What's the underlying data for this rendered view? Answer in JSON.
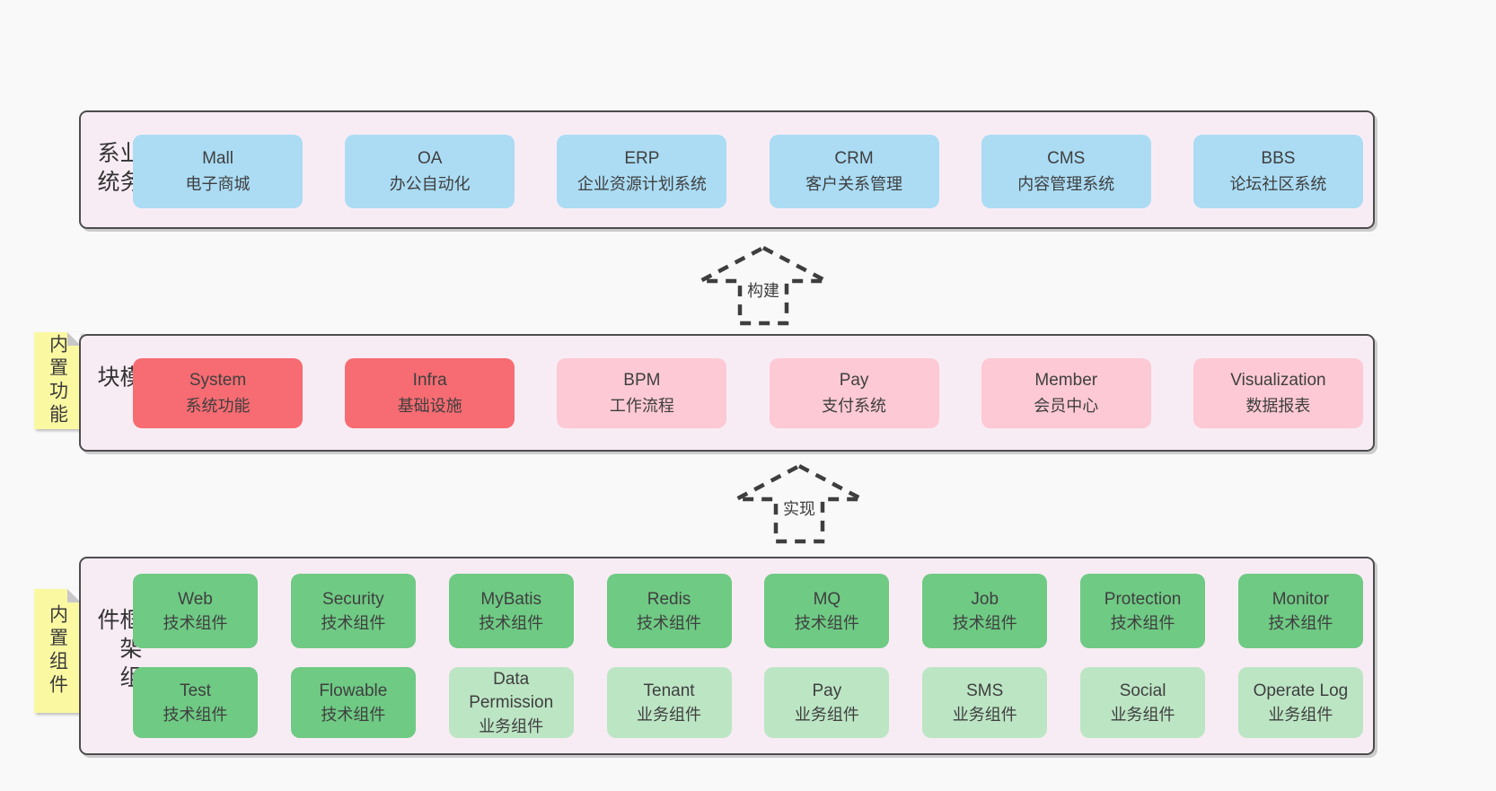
{
  "colors": {
    "page_bg": "#f9f9f9",
    "band_bg": "#f8ecf4",
    "band_border": "#4d4d4d",
    "blue_box": "#abdcf4",
    "red_box": "#f66c72",
    "pink_box": "#fcc9d4",
    "green_box": "#6fca84",
    "light_green_box": "#bce5c4",
    "sticky_yellow": "#fbf8a2",
    "sticky_fold_gray": "#c8c8c8",
    "text": "#3f3f3f"
  },
  "stickies": [
    {
      "label": "内置功能"
    },
    {
      "label": "内置组件"
    }
  ],
  "arrows": [
    {
      "label": "构建"
    },
    {
      "label": "实现"
    }
  ],
  "bands": [
    {
      "label": "业务系统",
      "boxes": [
        {
          "title": "Mall",
          "subtitle": "电子商城"
        },
        {
          "title": "OA",
          "subtitle": "办公自动化"
        },
        {
          "title": "ERP",
          "subtitle": "企业资源计划系统"
        },
        {
          "title": "CRM",
          "subtitle": "客户关系管理"
        },
        {
          "title": "CMS",
          "subtitle": "内容管理系统"
        },
        {
          "title": "BBS",
          "subtitle": "论坛社区系统"
        }
      ]
    },
    {
      "label": "通用模块",
      "boxes": [
        {
          "title": "System",
          "subtitle": "系统功能"
        },
        {
          "title": "Infra",
          "subtitle": "基础设施"
        },
        {
          "title": "BPM",
          "subtitle": "工作流程"
        },
        {
          "title": "Pay",
          "subtitle": "支付系统"
        },
        {
          "title": "Member",
          "subtitle": "会员中心"
        },
        {
          "title": "Visualization",
          "subtitle": "数据报表"
        }
      ]
    },
    {
      "label": "框架组件",
      "rows": [
        [
          {
            "title": "Web",
            "subtitle": "技术组件"
          },
          {
            "title": "Security",
            "subtitle": "技术组件"
          },
          {
            "title": "MyBatis",
            "subtitle": "技术组件"
          },
          {
            "title": "Redis",
            "subtitle": "技术组件"
          },
          {
            "title": "MQ",
            "subtitle": "技术组件"
          },
          {
            "title": "Job",
            "subtitle": "技术组件"
          },
          {
            "title": "Protection",
            "subtitle": "技术组件"
          },
          {
            "title": "Monitor",
            "subtitle": "技术组件"
          }
        ],
        [
          {
            "title": "Test",
            "subtitle": "技术组件"
          },
          {
            "title": "Flowable",
            "subtitle": "技术组件"
          },
          {
            "title": "Data Permission",
            "subtitle": "业务组件"
          },
          {
            "title": "Tenant",
            "subtitle": "业务组件"
          },
          {
            "title": "Pay",
            "subtitle": "业务组件"
          },
          {
            "title": "SMS",
            "subtitle": "业务组件"
          },
          {
            "title": "Social",
            "subtitle": "业务组件"
          },
          {
            "title": "Operate Log",
            "subtitle": "业务组件"
          }
        ]
      ]
    }
  ]
}
